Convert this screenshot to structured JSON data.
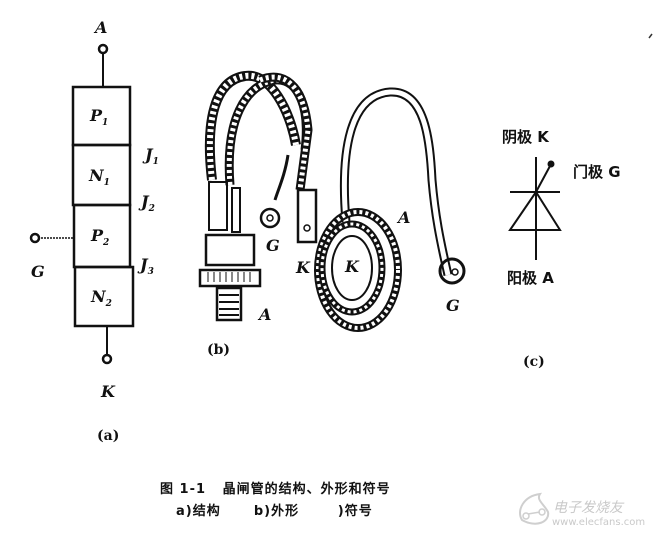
{
  "figure": {
    "caption_line1": "图 1-1   晶闸管的结构、外形和符号",
    "caption_line2": "a)结构      b)外形       )符号"
  },
  "panel_a": {
    "sublabel": "(a)",
    "terminal_top": "A",
    "terminal_bottom": "K",
    "terminal_gate": "G",
    "layers": [
      {
        "name": "P",
        "sub": "1"
      },
      {
        "name": "N",
        "sub": "1"
      },
      {
        "name": "P",
        "sub": "2"
      },
      {
        "name": "N",
        "sub": "2"
      }
    ],
    "junctions": [
      {
        "name": "J",
        "sub": "1"
      },
      {
        "name": "J",
        "sub": "2"
      },
      {
        "name": "J",
        "sub": "3"
      }
    ]
  },
  "panel_b": {
    "sublabel": "(b)",
    "stud_labels": {
      "gate": "G",
      "cathode": "K",
      "anode": "A"
    },
    "disc_labels": {
      "anode": "A",
      "cathode": "K",
      "gate": "G"
    }
  },
  "panel_c": {
    "sublabel": "(c)",
    "cathode_label": "阴极 K",
    "gate_label": "门极 G",
    "anode_label": "阳极 A"
  },
  "watermark": {
    "brand": "电子发烧友",
    "url": "www.elecfans.com"
  }
}
